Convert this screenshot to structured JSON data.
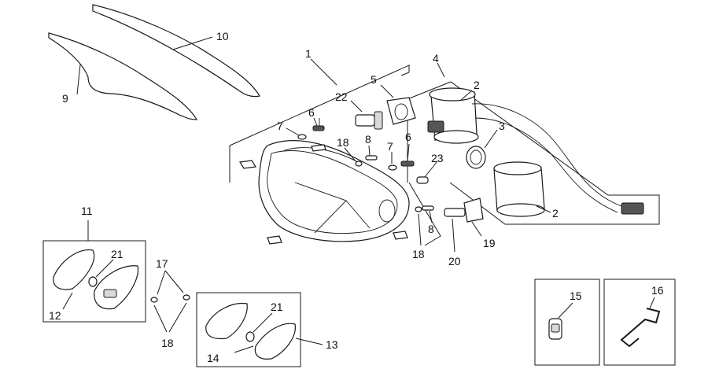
{
  "callouts": {
    "c1": "1",
    "c2a": "2",
    "c2b": "2",
    "c3": "3",
    "c4": "4",
    "c5": "5",
    "c6a": "6",
    "c6b": "6",
    "c7a": "7",
    "c7b": "7",
    "c8a": "8",
    "c8b": "8",
    "c9": "9",
    "c10": "10",
    "c11": "11",
    "c12": "12",
    "c13": "13",
    "c14": "14",
    "c15": "15",
    "c16": "16",
    "c17": "17",
    "c18a": "18",
    "c18b": "18",
    "c18c": "18",
    "c19": "19",
    "c20": "20",
    "c21a": "21",
    "c21b": "21",
    "c22": "22",
    "c23": "23"
  }
}
